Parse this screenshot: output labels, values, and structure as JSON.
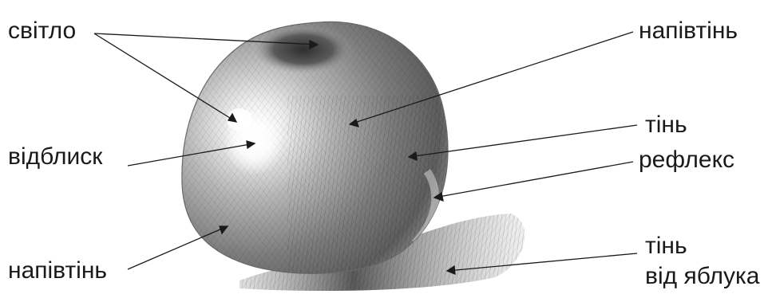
{
  "diagram": {
    "subject": "apple-pencil-shading",
    "labels": {
      "light": "світло",
      "highlight": "відблиск",
      "halftone_left": "напівтінь",
      "halftone_right": "напівтінь",
      "shadow": "тінь",
      "reflex": "рефлекс",
      "cast_shadow_line1": "тінь",
      "cast_shadow_line2": "від яблука"
    },
    "colors": {
      "text": "#1a1a1a",
      "leader_line": "#1a1a1a",
      "background": "#ffffff",
      "pencil_dark": "#4a4a4a",
      "pencil_light": "#cfcfcf"
    }
  }
}
